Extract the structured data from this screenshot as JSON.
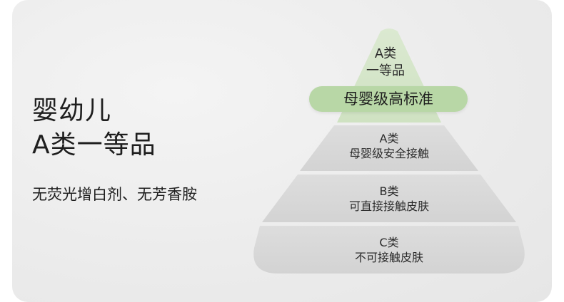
{
  "headline": {
    "line1": "婴幼儿",
    "line2": "A类一等品"
  },
  "subline": "无荧光增白剂、无芳香胺",
  "pyramid": {
    "apex": {
      "line1": "A类",
      "line2": "一等品"
    },
    "highlight_label": "母婴级高标准",
    "tiers": [
      {
        "grade": "A类",
        "description": "母婴级安全接触"
      },
      {
        "grade": "B类",
        "description": "可直接接触皮肤"
      },
      {
        "grade": "C类",
        "description": "不可接触皮肤"
      }
    ]
  },
  "colors": {
    "apex_green": "#d2e4c6",
    "pill_green": "#b8d7a6",
    "tier_gray": "#d8d8d8",
    "card_bg": "#ececec"
  }
}
